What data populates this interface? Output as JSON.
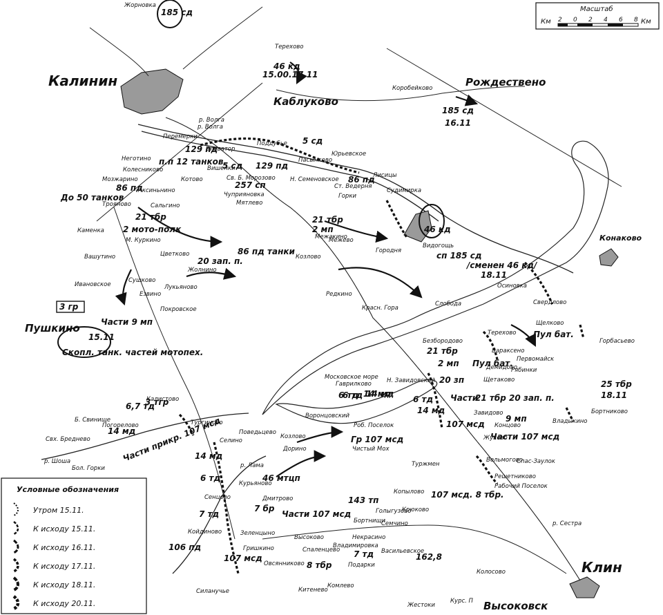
{
  "scale": {
    "title": "Масштаб",
    "unit_left": "Км",
    "unit_right": "Км",
    "ticks": [
      "2",
      "0",
      "2",
      "4",
      "6",
      "8"
    ]
  },
  "legend": {
    "title": "Условные обозначения",
    "items": [
      {
        "label": "Утром 15.11."
      },
      {
        "label": "К исходу 15.11."
      },
      {
        "label": "К исходу 16.11."
      },
      {
        "label": "К исходу 17.11."
      },
      {
        "label": "К исходу 18.11."
      },
      {
        "label": "К исходу 20.11."
      }
    ]
  },
  "major_places": [
    {
      "name": "Калинин"
    },
    {
      "name": "Клин"
    },
    {
      "name": "Конаково"
    },
    {
      "name": "Пушкино"
    },
    {
      "name": "Высоковск"
    },
    {
      "name": "Рождествено"
    },
    {
      "name": "Каблуково"
    }
  ],
  "places": [
    {
      "name": "Жорновка"
    },
    {
      "name": "Терехово"
    },
    {
      "name": "Коробейково"
    },
    {
      "name": "р. Волга"
    },
    {
      "name": "Перемерки"
    },
    {
      "name": "Элеватор"
    },
    {
      "name": "Поддубье"
    },
    {
      "name": "Юрьевское"
    },
    {
      "name": "Пасынково"
    },
    {
      "name": "Лисицы"
    },
    {
      "name": "Судимирка"
    },
    {
      "name": "Неготино"
    },
    {
      "name": "Колесниково"
    },
    {
      "name": "Вишенки"
    },
    {
      "name": "Котово"
    },
    {
      "name": "Мозжарино"
    },
    {
      "name": "Аксиньнино"
    },
    {
      "name": "Трояново"
    },
    {
      "name": "Сальгино"
    },
    {
      "name": "Каменка"
    },
    {
      "name": "М. Куркино"
    },
    {
      "name": "Вашутино"
    },
    {
      "name": "Цветково"
    },
    {
      "name": "Жолнино"
    },
    {
      "name": "Ивановское"
    },
    {
      "name": "Сушково"
    },
    {
      "name": "Езвино"
    },
    {
      "name": "Лукьяново"
    },
    {
      "name": "Покровское"
    },
    {
      "name": "Чуприяновка"
    },
    {
      "name": "Мятлево"
    },
    {
      "name": "Св. Б. Морозово"
    },
    {
      "name": "Н. Семеновское"
    },
    {
      "name": "Ст. Ведерня"
    },
    {
      "name": "Горки"
    },
    {
      "name": "Межакино"
    },
    {
      "name": "Межево"
    },
    {
      "name": "Козлово"
    },
    {
      "name": "Городня"
    },
    {
      "name": "Видогощь"
    },
    {
      "name": "Редкино"
    },
    {
      "name": "Красн. Гора"
    },
    {
      "name": "Слобода"
    },
    {
      "name": "Осиновка"
    },
    {
      "name": "Свердлово"
    },
    {
      "name": "Терехово"
    },
    {
      "name": "Щелково"
    },
    {
      "name": "Горбасьево"
    },
    {
      "name": "Первомайск"
    },
    {
      "name": "Безбородово"
    },
    {
      "name": "Вараксено"
    },
    {
      "name": "Демидово"
    },
    {
      "name": "Рябинки"
    },
    {
      "name": "Щетаково"
    },
    {
      "name": "Московское море"
    },
    {
      "name": "Гаврилково"
    },
    {
      "name": "Н. Завидовский"
    },
    {
      "name": "Калистово"
    },
    {
      "name": "Б. Свинище"
    },
    {
      "name": "Погорелово"
    },
    {
      "name": "Тургиново"
    },
    {
      "name": "Свх. Бреднево"
    },
    {
      "name": "Бол. Горки"
    },
    {
      "name": "р. Шоша"
    },
    {
      "name": "Селино"
    },
    {
      "name": "Поведьцево"
    },
    {
      "name": "Козлово"
    },
    {
      "name": "Дорино"
    },
    {
      "name": "Воронцовский"
    },
    {
      "name": "Роб. Поселок"
    },
    {
      "name": "Чистый Мох"
    },
    {
      "name": "Завидово"
    },
    {
      "name": "Концово"
    },
    {
      "name": "Жуково"
    },
    {
      "name": "Спас-Заулок"
    },
    {
      "name": "Бортниково"
    },
    {
      "name": "Владыкино"
    },
    {
      "name": "Вельмогово"
    },
    {
      "name": "Решетниково"
    },
    {
      "name": "Рабочий Поселок"
    },
    {
      "name": "Туржмен"
    },
    {
      "name": "Копылово"
    },
    {
      "name": "Крюково"
    },
    {
      "name": "Семчино"
    },
    {
      "name": "Голыгузово"
    },
    {
      "name": "Бортнищи"
    },
    {
      "name": "Некрасино"
    },
    {
      "name": "Курьяново"
    },
    {
      "name": "Дмитрово"
    },
    {
      "name": "Зеленцыно"
    },
    {
      "name": "Высоково"
    },
    {
      "name": "Спаленцево"
    },
    {
      "name": "Владимировка"
    },
    {
      "name": "Васильевское"
    },
    {
      "name": "Подарки"
    },
    {
      "name": "Колосово"
    },
    {
      "name": "Курс. П"
    },
    {
      "name": "Жестоки"
    },
    {
      "name": "Комлево"
    },
    {
      "name": "Китенево"
    },
    {
      "name": "Овсянниково"
    },
    {
      "name": "Гришкино"
    },
    {
      "name": "Сенцово"
    },
    {
      "name": "Койдиново"
    },
    {
      "name": "Силанучье"
    },
    {
      "name": "р. Сестра"
    },
    {
      "name": "р. Лама"
    },
    {
      "name": "р. Волга"
    }
  ],
  "units": [
    {
      "label": "185 сд"
    },
    {
      "label": "46 кд"
    },
    {
      "label": "15.00.17.11"
    },
    {
      "label": "185 сд"
    },
    {
      "label": "16.11"
    },
    {
      "label": "5 сд"
    },
    {
      "label": "129 пд"
    },
    {
      "label": "п.п 12 танков"
    },
    {
      "label": "5 сд"
    },
    {
      "label": "129 пд"
    },
    {
      "label": "257 сп"
    },
    {
      "label": "86 пд"
    },
    {
      "label": "До 50 танков"
    },
    {
      "label": "86 пд"
    },
    {
      "label": "21 тбр"
    },
    {
      "label": "2 мото-полк"
    },
    {
      "label": "20 зап. п."
    },
    {
      "label": "86 пд танки"
    },
    {
      "label": "21 тбр"
    },
    {
      "label": "2 мп"
    },
    {
      "label": "46 кд"
    },
    {
      "label": "сп 185 сд"
    },
    {
      "label": "/сменен 46 кд/"
    },
    {
      "label": "18.11"
    },
    {
      "label": "3 гр"
    },
    {
      "label": "Части 9 мп"
    },
    {
      "label": "15.11"
    },
    {
      "label": "Скопл. танк. частей мотопех."
    },
    {
      "label": "Пул бат."
    },
    {
      "label": "21 тбр"
    },
    {
      "label": "2 мп"
    },
    {
      "label": "Пул бат."
    },
    {
      "label": "20 зп"
    },
    {
      "label": "6 тд"
    },
    {
      "label": "14 мд"
    },
    {
      "label": "6 тд"
    },
    {
      "label": "Части"
    },
    {
      "label": "21 тбр 20 зап. п."
    },
    {
      "label": "14 мд"
    },
    {
      "label": "107 мсд"
    },
    {
      "label": "9 мп"
    },
    {
      "label": "Части 107 мсд"
    },
    {
      "label": "25 тбр"
    },
    {
      "label": "18.11"
    },
    {
      "label": "6,7 тд"
    },
    {
      "label": "3 тгр"
    },
    {
      "label": "14 мд"
    },
    {
      "label": "Части прикр. 107 мсд"
    },
    {
      "label": "14 мд"
    },
    {
      "label": "Гр 107 мсд"
    },
    {
      "label": "6 тд"
    },
    {
      "label": "14 мд"
    },
    {
      "label": "6 тд"
    },
    {
      "label": "46 мтцп"
    },
    {
      "label": "107 мсд. 8 тбр."
    },
    {
      "label": "143 тп"
    },
    {
      "label": "7 тд"
    },
    {
      "label": "7 бр"
    },
    {
      "label": "Части 107 мсд"
    },
    {
      "label": "106 пд"
    },
    {
      "label": "107 мсд"
    },
    {
      "label": "8 тбр"
    },
    {
      "label": "7 тд"
    },
    {
      "label": "162,8"
    }
  ]
}
